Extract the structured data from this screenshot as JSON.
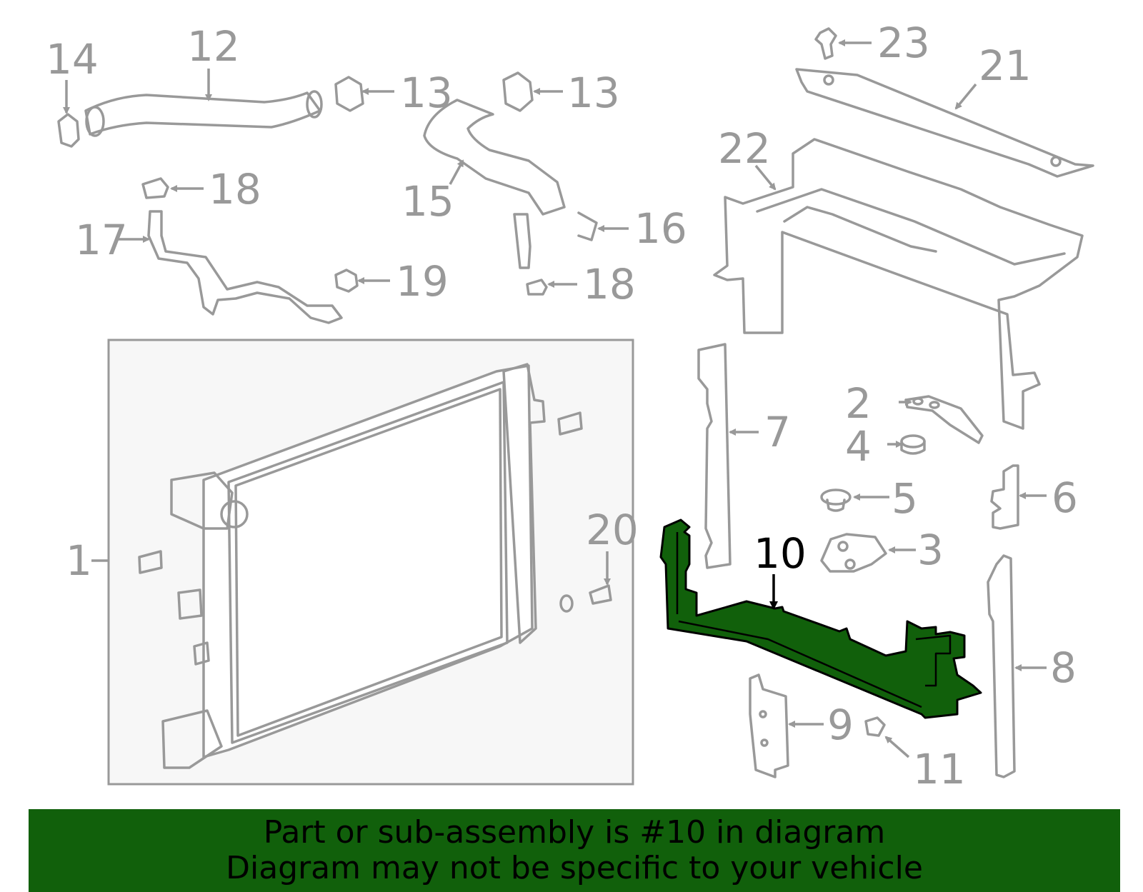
{
  "callouts": {
    "c1": "1",
    "c2": "2",
    "c3": "3",
    "c4": "4",
    "c5": "5",
    "c6": "6",
    "c7": "7",
    "c8": "8",
    "c9": "9",
    "c10": "10",
    "c11": "11",
    "c12": "12",
    "c13a": "13",
    "c13b": "13",
    "c14": "14",
    "c15": "15",
    "c16": "16",
    "c17": "17",
    "c18a": "18",
    "c18b": "18",
    "c19": "19",
    "c20": "20",
    "c21": "21",
    "c22": "22",
    "c23": "23"
  },
  "highlight": {
    "part_number": "10",
    "fill_color": "#11600b",
    "outline_color": "#000000"
  },
  "colors": {
    "linework": "#999999",
    "banner": "#11600b",
    "banner_text": "#000000",
    "inset_panel": "#f7f7f7"
  },
  "banner": {
    "line1": "Part or sub-assembly is #10 in diagram",
    "line2": "Diagram may not be specific to your vehicle"
  }
}
